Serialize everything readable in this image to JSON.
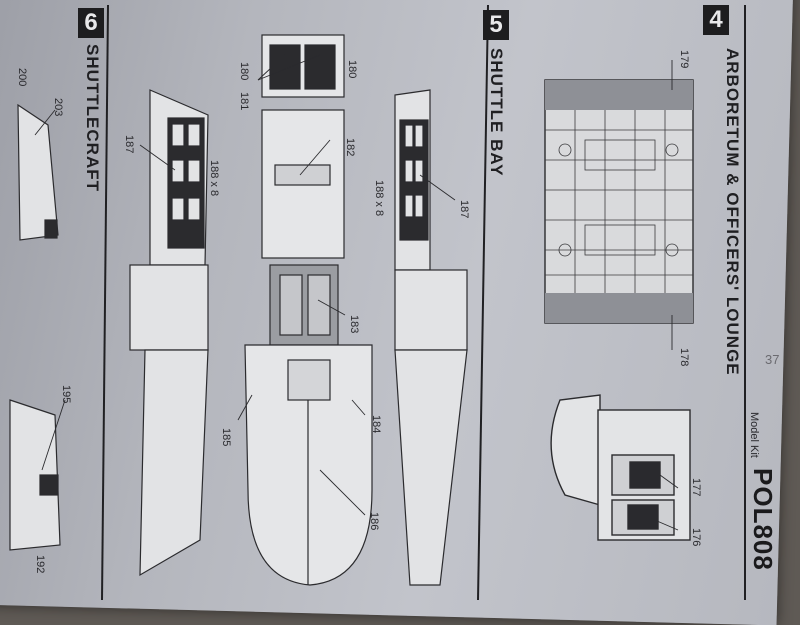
{
  "steps": [
    {
      "number": "4",
      "title": "ARBORETUM & OFFICERS' LOUNGE"
    },
    {
      "number": "5",
      "title": "SHUTTLE BAY"
    },
    {
      "number": "6",
      "title": "SHUTTLECRAFT"
    }
  ],
  "footer": {
    "model_label": "Model Kit",
    "model_code": "POL808"
  },
  "page_number": "37",
  "parts": {
    "p176": "176",
    "p177": "177",
    "p178": "178",
    "p179": "179",
    "p180a": "180",
    "p180b": "180",
    "p181": "181",
    "p182": "182",
    "p183": "183",
    "p184": "184",
    "p185": "185",
    "p186": "186",
    "p187a": "187",
    "p187b": "187",
    "p188a": "188 x 8",
    "p188b": "188 x 8",
    "p192": "192",
    "p195": "195",
    "p200": "200",
    "p203": "203"
  }
}
